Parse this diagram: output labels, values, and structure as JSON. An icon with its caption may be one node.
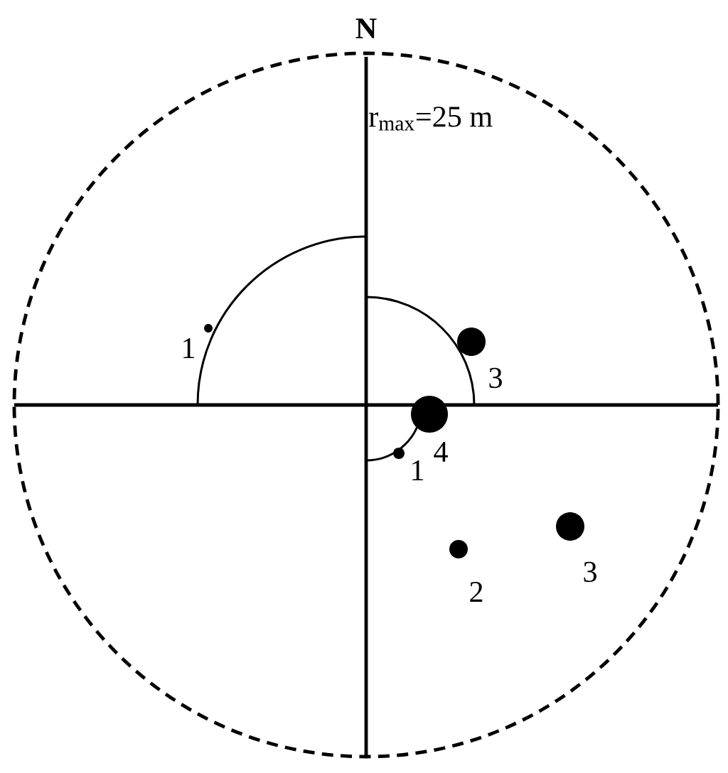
{
  "diagram": {
    "labels": [
      "N",
      "r$_{max}$=25 m",
      "1",
      "3",
      "4",
      "1",
      "3",
      "2"
    ]
  }
}
